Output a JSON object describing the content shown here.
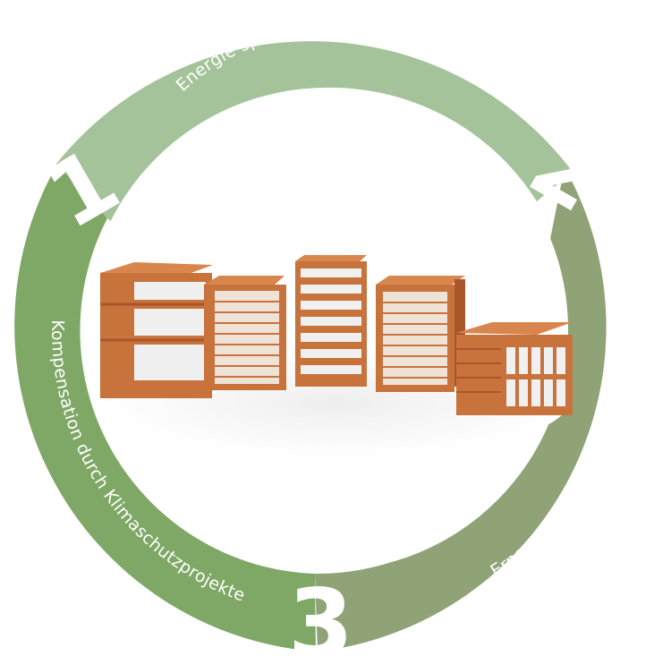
{
  "segments": [
    {
      "number": "1",
      "label": "Kompensation durch Klimaschutzprojekte",
      "color": "#7fa866"
    },
    {
      "number": "2",
      "label": "Energie sparen, Emissionen vermeiden",
      "color": "#a5c39a"
    },
    {
      "number": "3",
      "label": "Erneuerbare Energien einsetzen",
      "color": "#8fa377"
    }
  ],
  "image": {
    "subject": "brick-blocks-icon"
  },
  "colors": {
    "brick": "#c8723c",
    "brick_dark": "#a9572a",
    "insulation": "#f0f0f0"
  }
}
